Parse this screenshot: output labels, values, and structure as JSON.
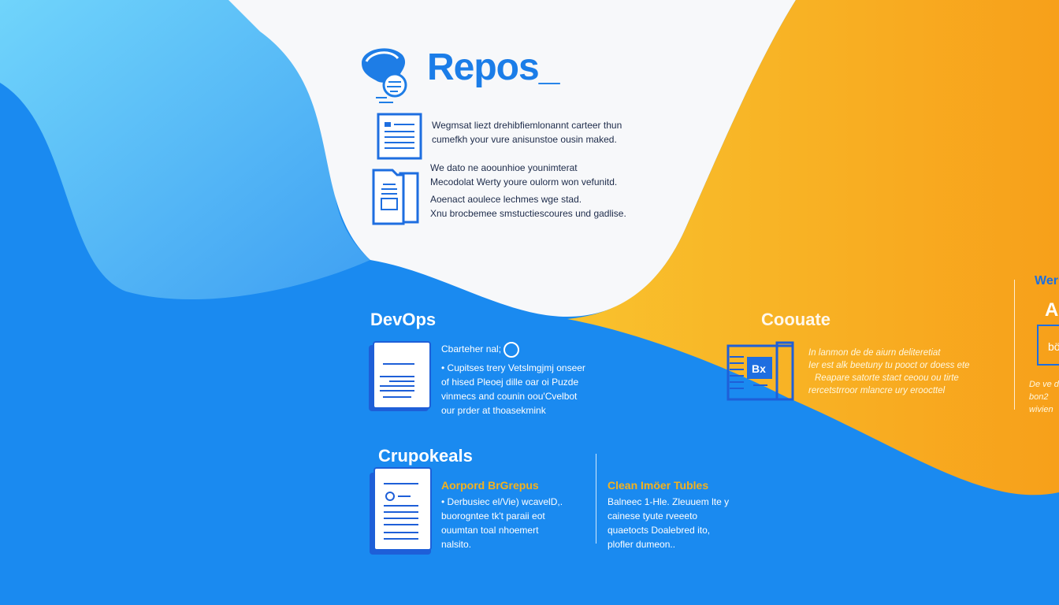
{
  "header": {
    "title": "Repos_"
  },
  "intro": {
    "para1": [
      "Wegmsat liezt drehibfiemlonannt carteer thun",
      "cumefkh your vure anisunstoe ousin maked."
    ],
    "para2": [
      "We dato ne aoounhioe younimterat",
      "Mecodolat Werty youre oulorm won vefunitd.",
      "Aoenact aoulece lechmes wge stad.",
      "Xnu brocbemee smstuctiescoures und gadlise."
    ]
  },
  "devops": {
    "heading": "DevOps",
    "subheading": "Cbarteher nal;",
    "lines": [
      "• Cupitses trery Vetslmgjmj onseer",
      "of hised Pleoej dille oar oi Puzde",
      "vinmecs and counin oou'Cvelbot",
      "our prder at thoasekmink"
    ]
  },
  "coouate": {
    "heading": "Coouate",
    "lines": [
      "In lanmon de de aiurn deliteretiat",
      "Ier est alk beetuny tu pooct or doess ete",
      "Reapare satorte stact ceoou ou tirte",
      "rercetstrroor mlancre ury eroocttel"
    ]
  },
  "edge": {
    "heading": "Wer",
    "letter": "A",
    "box_text": "bö",
    "lines": [
      "De ve d",
      "bon2",
      "wivien"
    ]
  },
  "crupokeals": {
    "heading": "Crupokeals",
    "card1": {
      "title": "Aorpord BrGrepus",
      "lines": [
        "• Derbusiec el/Vie) wcavelD,.",
        "buorogntee tk't paraii eot",
        "ouumtan toal nhoemert",
        "nalsito."
      ]
    },
    "card2": {
      "title": "Clean Imöer Tubles",
      "lines": [
        "Balneec 1-Hle. Zleuuem lte y",
        "cainese tyute rveeeto",
        "quaetocts Doalebred ito,",
        "plofler dumeon.."
      ]
    }
  },
  "colors": {
    "blue": "#1a8af0",
    "light_blue": "#5cc4fa",
    "orange": "#f8b224",
    "white": "#f7f8fa",
    "text_blue": "#1b7de8"
  }
}
